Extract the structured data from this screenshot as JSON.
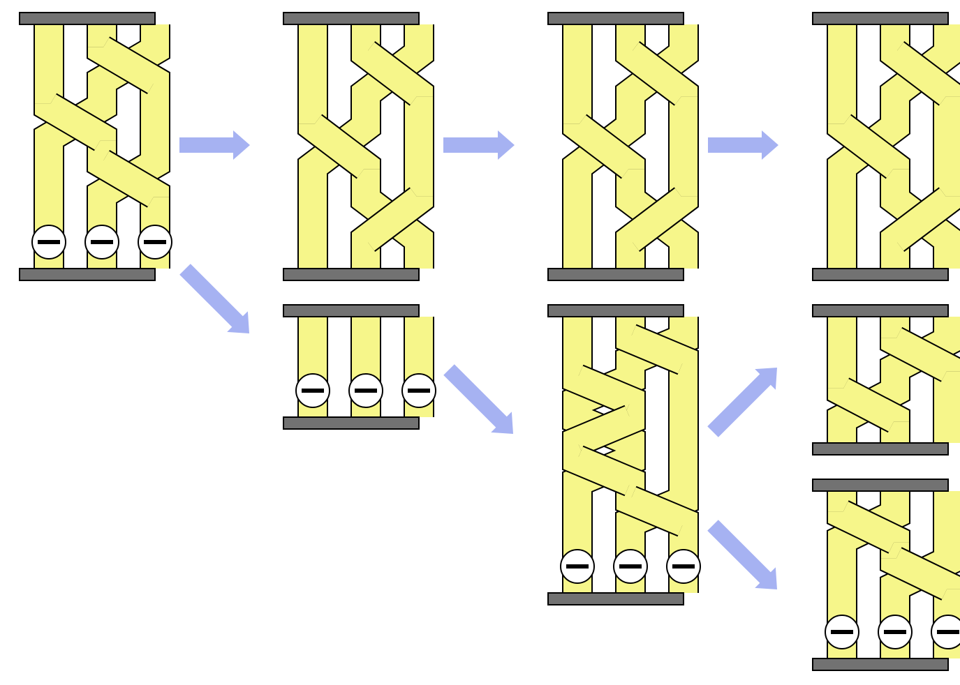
{
  "colors": {
    "strand_fill": "#f6f68a",
    "strand_edge": "#000000",
    "bar_fill": "#727272",
    "arrow": "#a6b2f2",
    "background": "#ffffff",
    "marker_fill": "#ffffff"
  },
  "strand_count": 3,
  "panels": [
    {
      "id": "panel-a",
      "crossings": [
        [
          1,
          1
        ],
        [
          0,
          1
        ],
        [
          1,
          1
        ]
      ],
      "markers": [
        "minus",
        "minus",
        "minus"
      ]
    },
    {
      "id": "panel-b",
      "crossings": [
        [
          1,
          1
        ],
        [
          0,
          1
        ],
        [
          1,
          0
        ]
      ],
      "markers": []
    },
    {
      "id": "panel-c",
      "crossings": [
        [
          1,
          1
        ],
        [
          0,
          1
        ],
        [
          1,
          0
        ]
      ],
      "markers": []
    },
    {
      "id": "panel-d",
      "crossings": [
        [
          1,
          1
        ],
        [
          0,
          1
        ],
        [
          1,
          0
        ]
      ],
      "markers": []
    },
    {
      "id": "panel-e",
      "crossings": [],
      "markers": [
        "minus",
        "minus",
        "minus"
      ]
    },
    {
      "id": "panel-f",
      "crossings": [
        [
          1,
          1
        ],
        [
          0,
          1
        ],
        [
          0,
          0
        ],
        [
          0,
          1
        ],
        [
          1,
          1
        ]
      ],
      "markers": [
        "minus",
        "minus",
        "minus"
      ]
    },
    {
      "id": "panel-g",
      "crossings": [
        [
          1,
          1
        ],
        [
          0,
          1
        ]
      ],
      "markers": []
    },
    {
      "id": "panel-h",
      "crossings": [
        [
          0,
          1
        ],
        [
          1,
          1
        ]
      ],
      "markers": [
        "minus",
        "minus",
        "minus"
      ]
    }
  ],
  "arrows": [
    {
      "from": "panel-a",
      "to": "panel-b",
      "icon": "right-arrow-icon"
    },
    {
      "from": "panel-b",
      "to": "panel-c",
      "icon": "right-arrow-icon"
    },
    {
      "from": "panel-c",
      "to": "panel-d",
      "icon": "right-arrow-icon"
    },
    {
      "from": "panel-a",
      "to": "panel-e",
      "icon": "down-right-arrow-icon"
    },
    {
      "from": "panel-e",
      "to": "panel-f",
      "icon": "down-right-arrow-icon"
    },
    {
      "from": "panel-f",
      "to": "panel-g",
      "icon": "up-right-arrow-icon"
    },
    {
      "from": "panel-f",
      "to": "panel-h",
      "icon": "down-right-arrow-icon"
    }
  ]
}
